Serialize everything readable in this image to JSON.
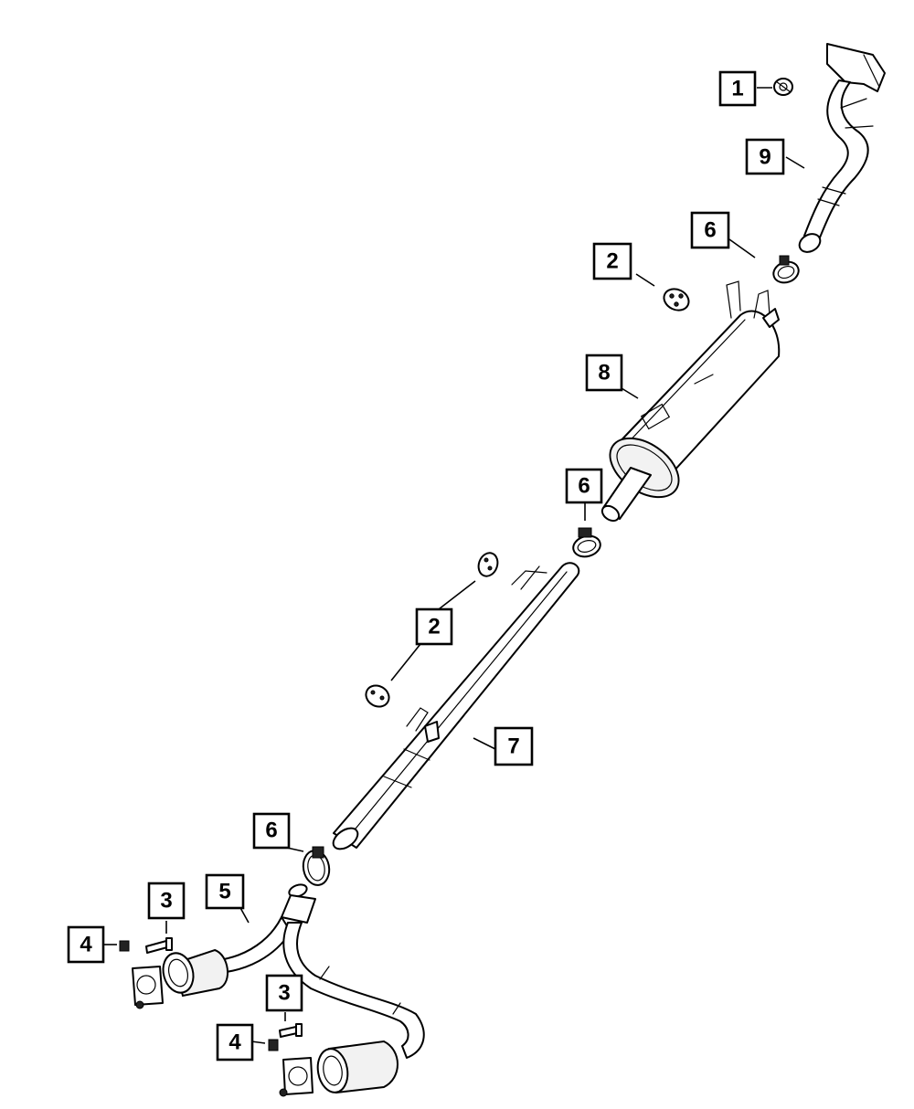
{
  "callouts": [
    {
      "id": "c1",
      "label": "1"
    },
    {
      "id": "c9",
      "label": "9"
    },
    {
      "id": "c6a",
      "label": "6"
    },
    {
      "id": "c2a",
      "label": "2"
    },
    {
      "id": "c8",
      "label": "8"
    },
    {
      "id": "c6b",
      "label": "6"
    },
    {
      "id": "c2b",
      "label": "2"
    },
    {
      "id": "c7",
      "label": "7"
    },
    {
      "id": "c6c",
      "label": "6"
    },
    {
      "id": "c3a",
      "label": "3"
    },
    {
      "id": "c5",
      "label": "5"
    },
    {
      "id": "c4a",
      "label": "4"
    },
    {
      "id": "c3b",
      "label": "3"
    },
    {
      "id": "c4b",
      "label": "4"
    }
  ],
  "colors": {
    "line": "#000000",
    "background": "#ffffff"
  }
}
